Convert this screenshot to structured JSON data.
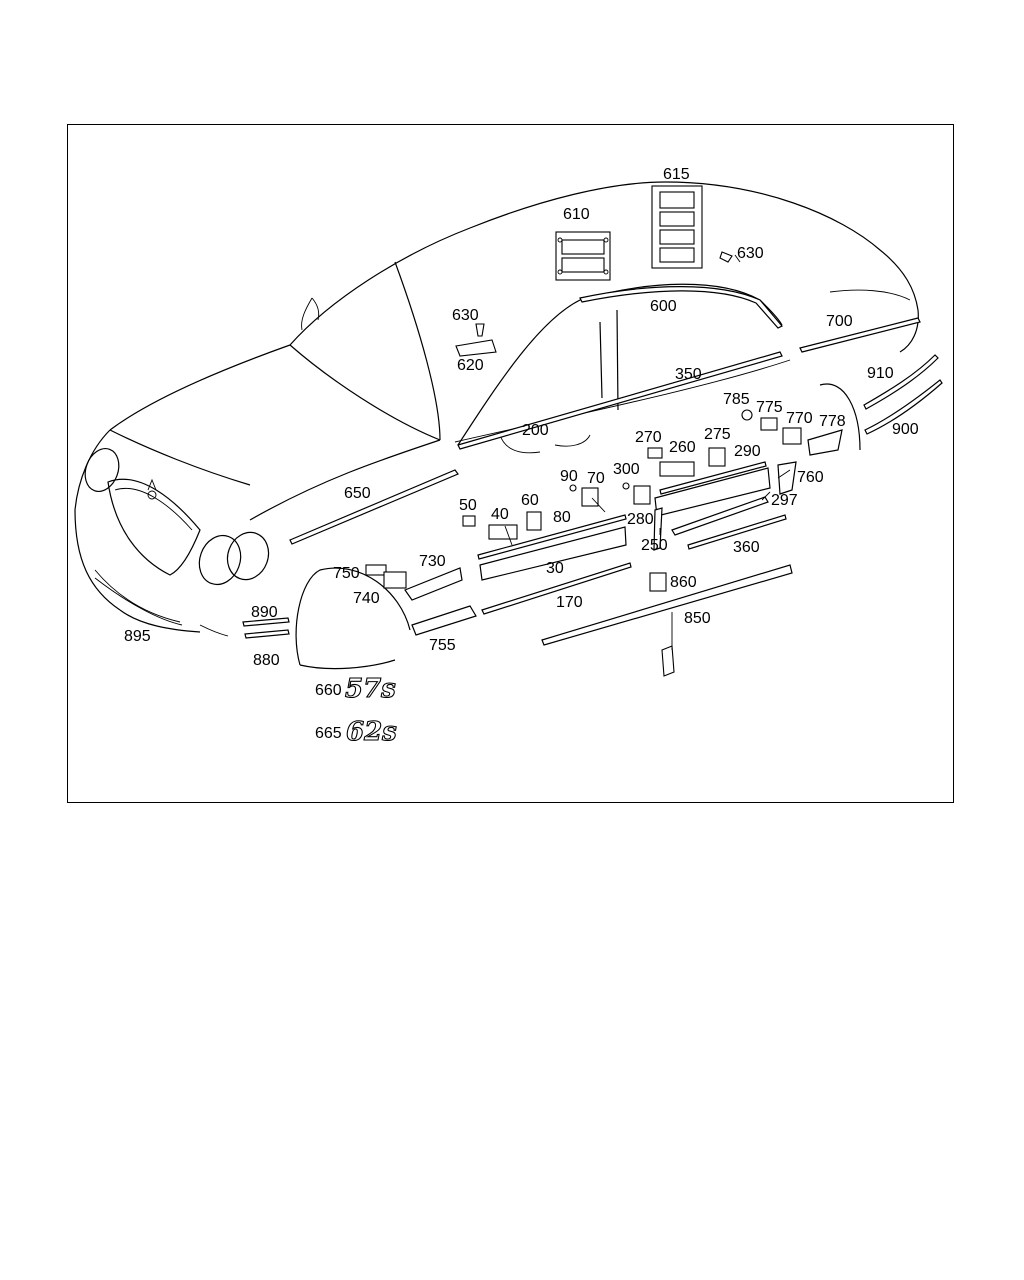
{
  "diagram": {
    "labels": {
      "l615": "615",
      "l610": "610",
      "l630a": "630",
      "l630b": "630",
      "l620": "620",
      "l600": "600",
      "l700": "700",
      "l350": "350",
      "l910": "910",
      "l785": "785",
      "l775": "775",
      "l770": "770",
      "l778": "778",
      "l900": "900",
      "l200": "200",
      "l270": "270",
      "l260": "260",
      "l275": "275",
      "l290": "290",
      "l90": "90",
      "l70": "70",
      "l300": "300",
      "l760": "760",
      "l650": "650",
      "l50": "50",
      "l40": "40",
      "l60": "60",
      "l80": "80",
      "l280": "280",
      "l297": "297",
      "l250": "250",
      "l360": "360",
      "l730": "730",
      "l750": "750",
      "l30": "30",
      "l740": "740",
      "l860": "860",
      "l170": "170",
      "l890": "890",
      "l850": "850",
      "l895": "895",
      "l755": "755",
      "l880": "880",
      "l660": "660",
      "l665": "665"
    },
    "emblems": {
      "e57": "57s",
      "e62": "62s"
    }
  }
}
